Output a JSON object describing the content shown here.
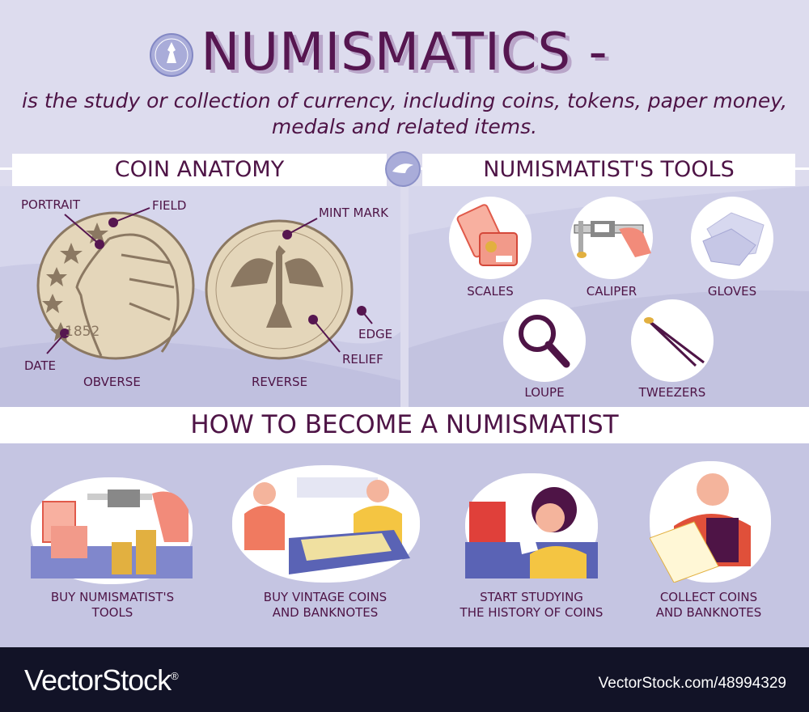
{
  "header": {
    "title": "NUMISMATICS -",
    "subtitle_line1": "is the study or collection of currency, including coins, tokens, paper money,",
    "subtitle_line2": "medals and related items."
  },
  "coin_anatomy": {
    "heading": "COIN ANATOMY",
    "labels": {
      "portrait": "PORTRAIT",
      "field": "FIELD",
      "date": "DATE",
      "obverse": "OBVERSE",
      "mint_mark": "MINT MARK",
      "edge": "EDGE",
      "relief": "RELIEF",
      "reverse": "REVERSE"
    },
    "coin_year": "1852"
  },
  "tools": {
    "heading": "NUMISMATIST'S TOOLS",
    "items": [
      {
        "label": "SCALES",
        "icon": "scales-icon"
      },
      {
        "label": "CALIPER",
        "icon": "caliper-icon"
      },
      {
        "label": "GLOVES",
        "icon": "gloves-icon"
      },
      {
        "label": "LOUPE",
        "icon": "loupe-icon"
      },
      {
        "label": "TWEEZERS",
        "icon": "tweezers-icon"
      }
    ]
  },
  "steps": {
    "heading": "HOW TO BECOME A NUMISMATIST",
    "items": [
      {
        "line1": "BUY NUMISMATIST'S",
        "line2": "TOOLS"
      },
      {
        "line1": "BUY VINTAGE COINS",
        "line2": "AND BANKNOTES"
      },
      {
        "line1": "START STUDYING",
        "line2": "THE HISTORY OF COINS"
      },
      {
        "line1": "COLLECT COINS",
        "line2": "AND BANKNOTES"
      }
    ]
  },
  "footer": {
    "logo": "VectorStock",
    "logo_mark": "®",
    "id_text": "VectorStock.com/48994329"
  },
  "colors": {
    "accent": "#4e1446",
    "background": "#dddcee",
    "coin": "#e3d5b8",
    "coin_dark": "#8b7862",
    "footer": "#121327"
  }
}
